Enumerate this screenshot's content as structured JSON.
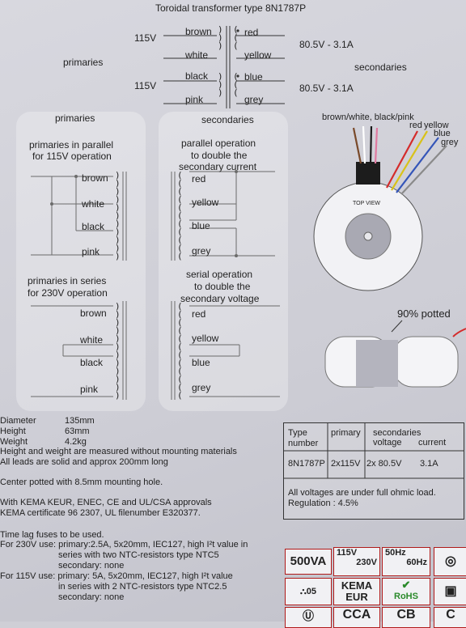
{
  "title": "Toroidal transformer type 8N1787P",
  "top": {
    "v115_1": "115V",
    "v115_2": "115V",
    "primaries": "primaries",
    "brown": "brown",
    "white": "white",
    "black": "black",
    "pink": "pink",
    "red": "red",
    "yellow": "yellow",
    "blue": "blue",
    "grey": "grey",
    "out1": "80.5V - 3.1A",
    "out2": "80.5V - 3.1A",
    "secondaries": "secondaries"
  },
  "diagram": {
    "h_primaries": "primaries",
    "h_secondaries": "secondaries",
    "parallel_title_1": "primaries in parallel",
    "parallel_title_2": "for 115V operation",
    "series_title_1": "primaries in series",
    "series_title_2": "for 230V operation",
    "sec_parallel_1": "parallel operation",
    "sec_parallel_2": "to double the",
    "sec_parallel_3": "secondary current",
    "sec_serial_1": "serial operation",
    "sec_serial_2": "to double the",
    "sec_serial_3": "secondary voltage",
    "brown": "brown",
    "white": "white",
    "black": "black",
    "pink": "pink",
    "red": "red",
    "yellow": "yellow",
    "blue": "blue",
    "grey": "grey"
  },
  "leads": {
    "bw_bp": "brown/white, black/pink",
    "red": "red",
    "yellow": "yellow",
    "blue": "blue",
    "grey": "grey",
    "top_view": "TOP VIEW",
    "potted": "90% potted"
  },
  "specs": {
    "diameter_label": "Diameter",
    "diameter": "135mm",
    "height_label": "Height",
    "height": "63mm",
    "weight_label": "Weight",
    "weight": "4.2kg",
    "note1": "Height and weight are measured without mounting materials",
    "note2": "All leads are solid and approx 200mm long",
    "center": "Center potted with 8.5mm mounting hole.",
    "approvals1": "With KEMA KEUR, ENEC, CE and UL/CSA approvals",
    "approvals2": "KEMA certificate 96 2307, UL filenumber E320377.",
    "fuses_title": "Time lag fuses to be used.",
    "f230_1": "For 230V use: primary:2.5A, 5x20mm, IEC127, high I²t value in",
    "f230_2": "series with two NTC-resistors type NTC5",
    "f230_3": "secondary: none",
    "f115_1": "For 115V use: primary: 5A, 5x20mm, IEC127, high I²t value",
    "f115_2": "in series with 2 NTC-resistors type NTC2.5",
    "f115_3": "secondary: none"
  },
  "table": {
    "h_type_1": "Type",
    "h_type_2": "number",
    "h_primary": "primary",
    "h_secondaries": "secondaries",
    "h_voltage": "voltage",
    "h_current": "current",
    "type": "8N1787P",
    "primary": "2x115V",
    "voltage": "2x 80.5V",
    "current": "3.1A",
    "note1": "All voltages are under full ohmic load.",
    "note2": "Regulation : 4.5%"
  },
  "badges": {
    "va": "500VA",
    "v115": "115V",
    "v230": "230V",
    "hz50": "50Hz",
    "hz60": "60Hz",
    "kema1": "KEMA",
    "kema2": "EUR",
    "rohs": "RoHS",
    "enec": "05",
    "cca": "CCA",
    "cb": "CB"
  },
  "colors": {
    "badge_border": "#b01a1a",
    "lead_red": "#d42b2b",
    "lead_yellow": "#d8c21a",
    "lead_blue": "#3455b8",
    "lead_grey": "#8a8a8a"
  }
}
